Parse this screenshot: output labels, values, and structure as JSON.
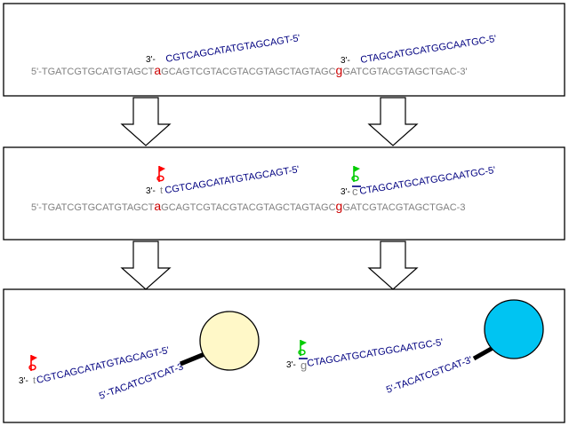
{
  "colors": {
    "template_text": "#808080",
    "probe_text": "#000080",
    "snp_red": "#cc0000",
    "flag_red": "#ff0000",
    "flag_green": "#00cc00",
    "bead_left": "#fff8c8",
    "bead_right": "#00c4f2",
    "linker": "#000000"
  },
  "panel1": {
    "template_left": "5'-TGATCGTGCATGTAGCT",
    "snp_left": "a",
    "template_mid": "GCAGTCGTACGTACGTAGCTAGTAGC",
    "snp_right": "g",
    "template_right": "GATCGTACGTAGCTGAC-3'",
    "probe_left_prime": "3'-",
    "probe_left_seq": "CGTCAGCATATGTAGCAGT-5'",
    "probe_right_prime": "3'-",
    "probe_right_seq": "CTAGCATGCATGGCAATGC-5'"
  },
  "panel2": {
    "template_left": "5'-TGATCGTGCATGTAGCT",
    "snp_left": "a",
    "template_mid": "GCAGTCGTACGTACGTAGCTAGTAGC",
    "snp_right": "g",
    "template_right": "GATCGTACGTAGCTGAC-3",
    "probe_left_prime": "3'-",
    "probe_left_added": "t",
    "probe_left_seq": "CGTCAGCATATGTAGCAGT-5'",
    "probe_right_prime": "3'-",
    "probe_right_added": "c",
    "probe_right_seq": "CTAGCATGCATGGCAATGC-5'"
  },
  "panel3": {
    "left_prime": "3'-",
    "left_added": "t",
    "left_seq": "CGTCAGCATATGTAGCAGT-5'",
    "left_tag": "5'-TACATCGTCAT-3'",
    "right_prime": "3'-",
    "right_added": "g",
    "right_seq": "CTAGCATGCATGGCAATGC-5'",
    "right_tag": "5'-TACATCGTCAT-3'"
  },
  "icons": [
    "flag-red-icon",
    "flag-green-icon",
    "arrow-down-icon",
    "bead-icon"
  ]
}
